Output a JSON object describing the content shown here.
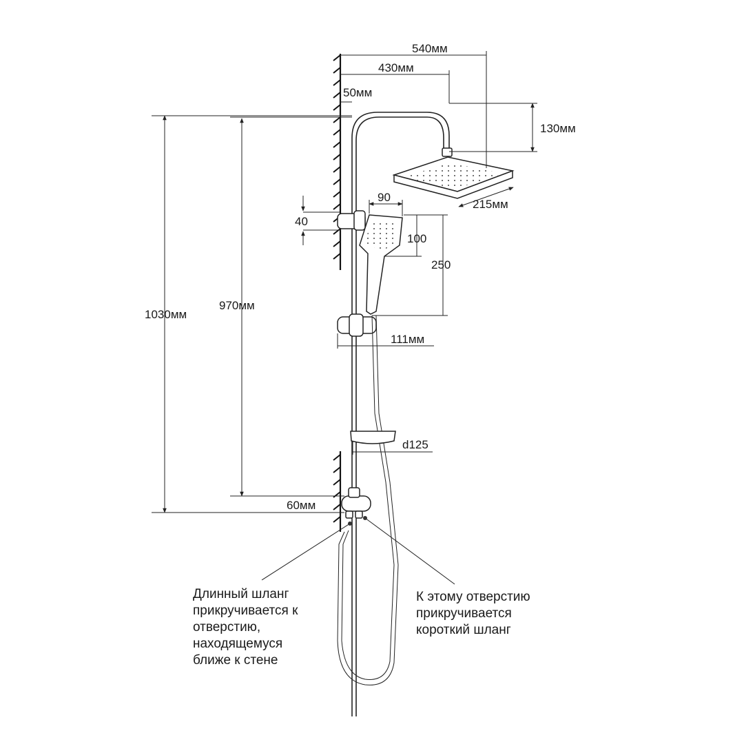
{
  "dimensions": {
    "width_total": "540мм",
    "width_arm": "430мм",
    "offset_wall": "50мм",
    "head_drop": "130мм",
    "head_width": "215мм",
    "hand_width": "90",
    "holder_height": "40",
    "hand_head": "100",
    "hand_length": "250",
    "slider": "111мм",
    "height_total": "1030мм",
    "height_bar": "970мм",
    "soap_dish": "d125",
    "mixer": "60мм"
  },
  "notes": {
    "long_hose": [
      "Длинный шланг",
      "прикручивается к",
      "отверстию,",
      "находящемуся",
      "ближе к стене"
    ],
    "short_hose": [
      "К этому отверстию",
      "прикручивается",
      "короткий шланг"
    ]
  },
  "colors": {
    "line": "#222222",
    "background": "#ffffff"
  }
}
